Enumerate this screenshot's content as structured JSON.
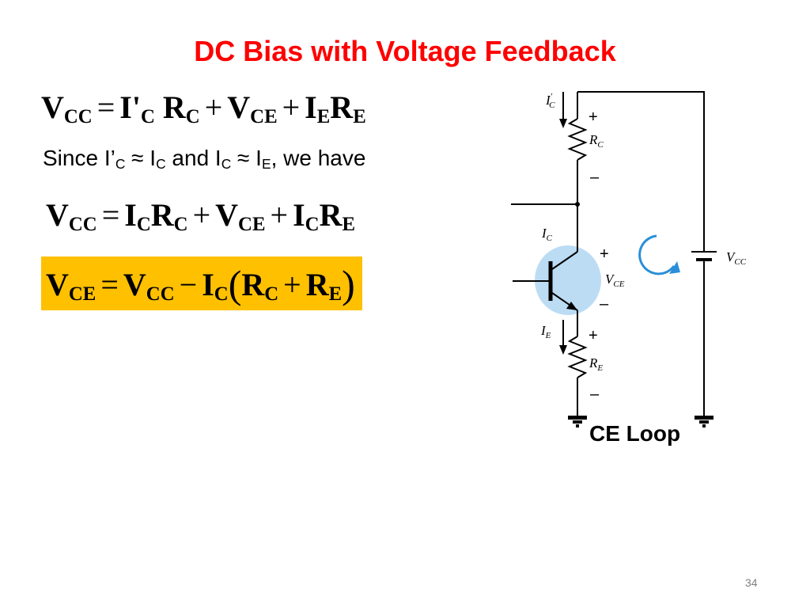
{
  "title": "DC Bias with Voltage Feedback",
  "equation1": {
    "V": "V",
    "V_sub": "CC",
    "eq": "=",
    "I1": "I'",
    "I1_sub": "C",
    "R1": "R",
    "R1_sub": "C",
    "plus1": "+",
    "V2": "V",
    "V2_sub": "CE",
    "plus2": "+",
    "I2": "I",
    "I2_sub": "E",
    "R2": "R",
    "R2_sub": "E"
  },
  "since": {
    "part1": "Since  I’",
    "sub1": "C",
    "approx1": " ≈ I",
    "sub2": "C",
    "part2": " and I",
    "sub3": "C",
    "approx2": " ≈ I",
    "sub4": "E",
    "part3": ", we have"
  },
  "equation2": {
    "V": "V",
    "V_sub": "CC",
    "eq": "=",
    "I1": "I",
    "I1_sub": "C",
    "R1": "R",
    "R1_sub": "C",
    "plus1": "+",
    "V2": "V",
    "V2_sub": "CE",
    "plus2": "+",
    "I2": "I",
    "I2_sub": "C",
    "R2": "R",
    "R2_sub": "E"
  },
  "equation3": {
    "V": "V",
    "V_sub": "CE",
    "eq": "=",
    "V2": "V",
    "V2_sub": "CC",
    "minus": "−",
    "I": "I",
    "I_sub": "C",
    "lpar": "(",
    "R1": "R",
    "R1_sub": "C",
    "plus": "+",
    "R2": "R",
    "R2_sub": "E",
    "rpar": ")"
  },
  "circuit": {
    "ic_prime": "I",
    "ic_prime_sub": "C",
    "ic_prime_mark": "′",
    "rc": "R",
    "rc_sub": "C",
    "ic": "I",
    "ic_sub": "C",
    "vce": "V",
    "vce_sub": "CE",
    "ie": "I",
    "ie_sub": "E",
    "re": "R",
    "re_sub": "E",
    "vcc": "V",
    "vcc_sub": "CC",
    "plus": "+",
    "minus": "–"
  },
  "ce_loop": "CE Loop",
  "page_number": "34",
  "colors": {
    "title": "#ff0000",
    "highlight": "#ffc000",
    "transistor_glow": "#bcdcf4",
    "loop_arrow": "#2a8fd8"
  }
}
